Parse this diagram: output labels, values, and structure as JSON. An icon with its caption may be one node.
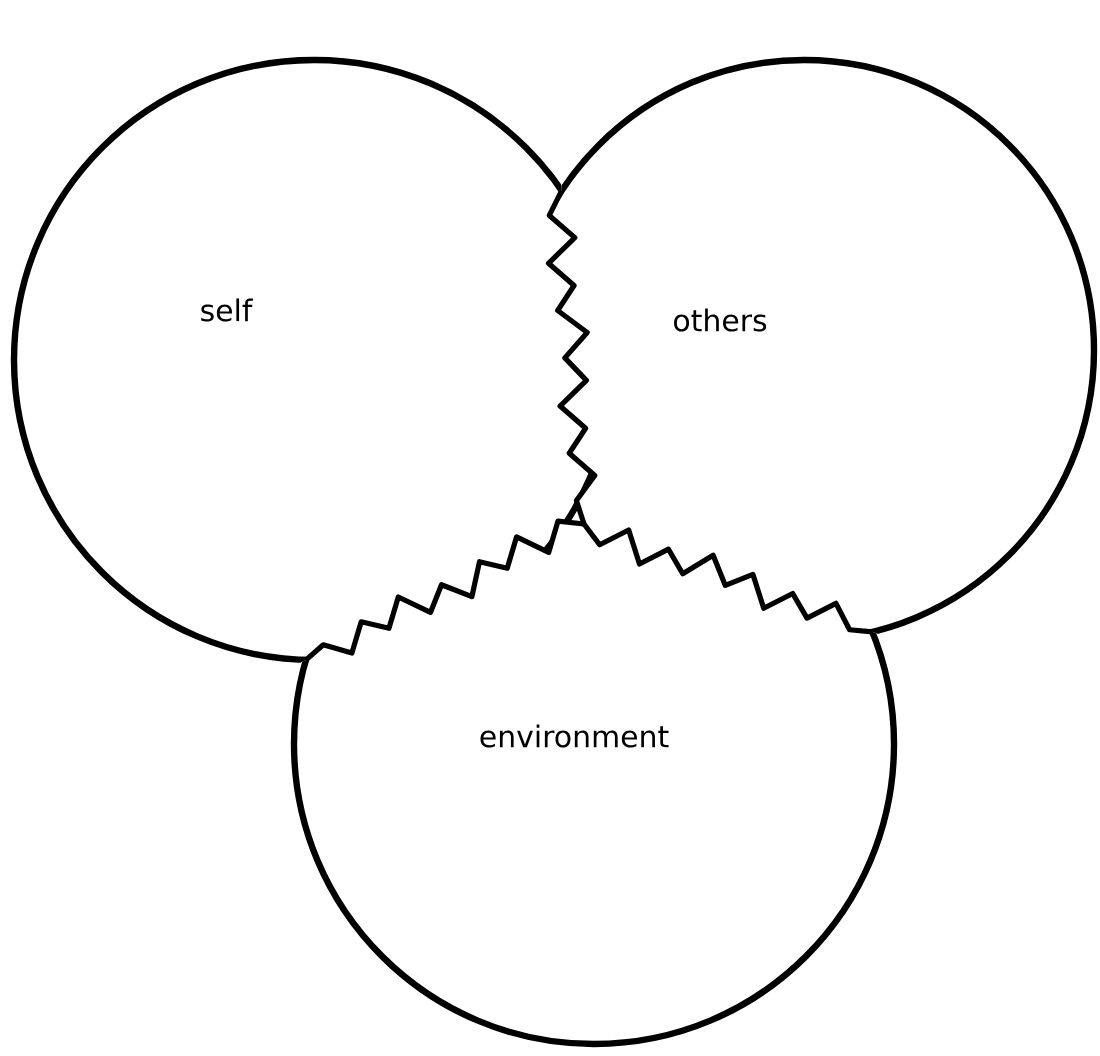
{
  "diagram": {
    "nodes": [
      {
        "text": [
          "self"
        ]
      },
      {
        "text": [
          "others"
        ]
      },
      {
        "text": [
          "environment"
        ]
      }
    ]
  }
}
